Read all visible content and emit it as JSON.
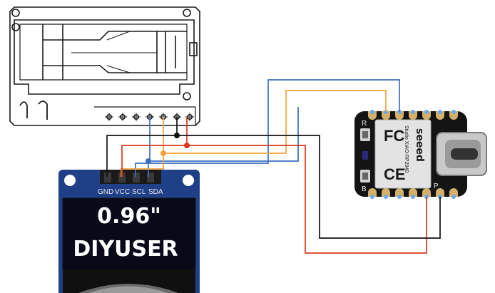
{
  "oled": {
    "pin_labels": [
      "GND",
      "VCC",
      "SCL",
      "SDA"
    ],
    "line1": "0.96\"",
    "line2": "DIYUSER"
  },
  "xiao": {
    "brand": "seeed",
    "model_text": "Studio XIAO-RP2040",
    "fc_mark": "FC",
    "ce_mark": "CE",
    "left_button_label": "R",
    "left_button_label_2": "B",
    "pin_label": "P"
  },
  "wire_colors": {
    "black": "#111111",
    "red": "#d9381e",
    "orange": "#f2a43a",
    "blue": "#3c6ec0"
  }
}
